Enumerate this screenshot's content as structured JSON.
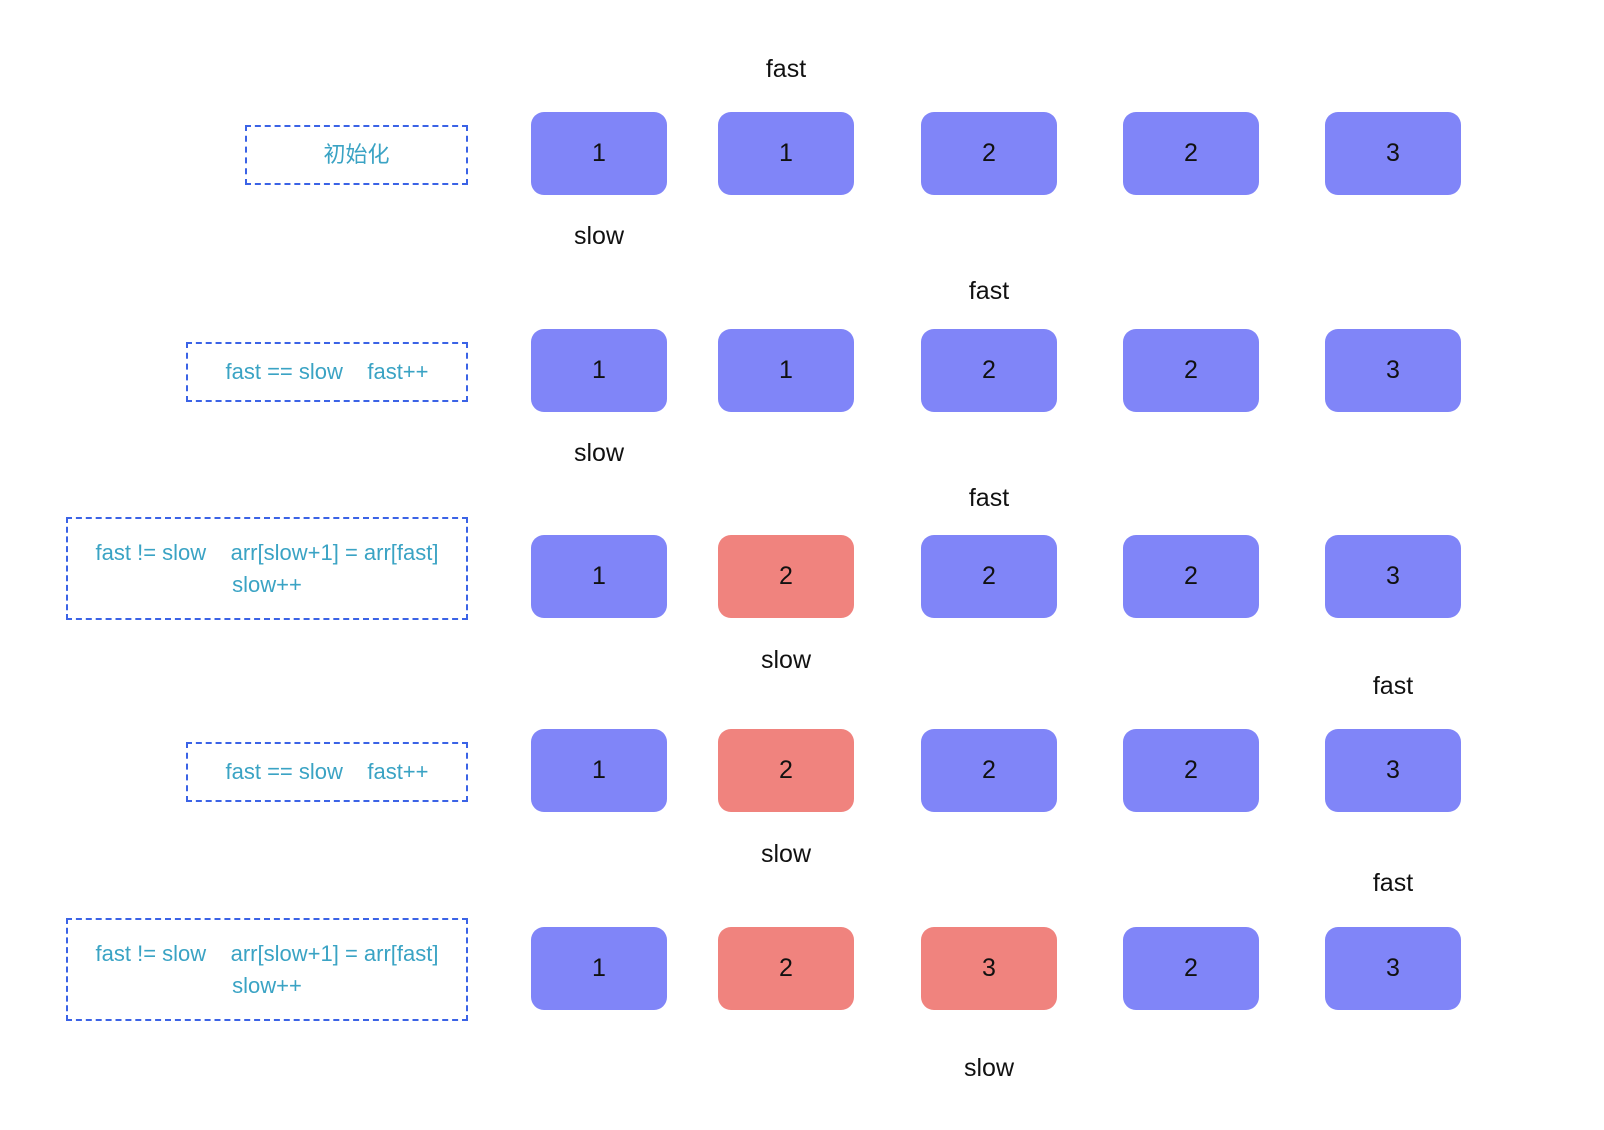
{
  "steps": [
    {
      "label_lines": [
        "初始化"
      ],
      "cells": [
        {
          "value": "1",
          "changed": false
        },
        {
          "value": "1",
          "changed": false
        },
        {
          "value": "2",
          "changed": false
        },
        {
          "value": "2",
          "changed": false
        },
        {
          "value": "3",
          "changed": false
        }
      ],
      "fast_index": 1,
      "slow_index": 0,
      "fast_label": "fast",
      "slow_label": "slow"
    },
    {
      "label_lines": [
        "fast == slow    fast++"
      ],
      "cells": [
        {
          "value": "1",
          "changed": false
        },
        {
          "value": "1",
          "changed": false
        },
        {
          "value": "2",
          "changed": false
        },
        {
          "value": "2",
          "changed": false
        },
        {
          "value": "3",
          "changed": false
        }
      ],
      "fast_index": 2,
      "slow_index": 0,
      "fast_label": "fast",
      "slow_label": "slow"
    },
    {
      "label_lines": [
        "fast != slow    arr[slow+1] = arr[fast]",
        "slow++"
      ],
      "cells": [
        {
          "value": "1",
          "changed": false
        },
        {
          "value": "2",
          "changed": true
        },
        {
          "value": "2",
          "changed": false
        },
        {
          "value": "2",
          "changed": false
        },
        {
          "value": "3",
          "changed": false
        }
      ],
      "fast_index": 2,
      "slow_index": 1,
      "fast_label": "fast",
      "slow_label": "slow"
    },
    {
      "label_lines": [
        "fast == slow    fast++"
      ],
      "cells": [
        {
          "value": "1",
          "changed": false
        },
        {
          "value": "2",
          "changed": true
        },
        {
          "value": "2",
          "changed": false
        },
        {
          "value": "2",
          "changed": false
        },
        {
          "value": "3",
          "changed": false
        }
      ],
      "fast_index": 4,
      "slow_index": 1,
      "fast_label": "fast",
      "slow_label": "slow"
    },
    {
      "label_lines": [
        "fast != slow    arr[slow+1] = arr[fast]",
        "slow++"
      ],
      "cells": [
        {
          "value": "1",
          "changed": false
        },
        {
          "value": "2",
          "changed": true
        },
        {
          "value": "3",
          "changed": true
        },
        {
          "value": "2",
          "changed": false
        },
        {
          "value": "3",
          "changed": false
        }
      ],
      "fast_index": 4,
      "slow_index": 2,
      "fast_label": "fast",
      "slow_label": "slow"
    }
  ],
  "colors": {
    "cell": "#8085f8",
    "cell_changed": "#f0837e",
    "label_text": "#3aa3c4",
    "label_border": "#3b63e6"
  }
}
